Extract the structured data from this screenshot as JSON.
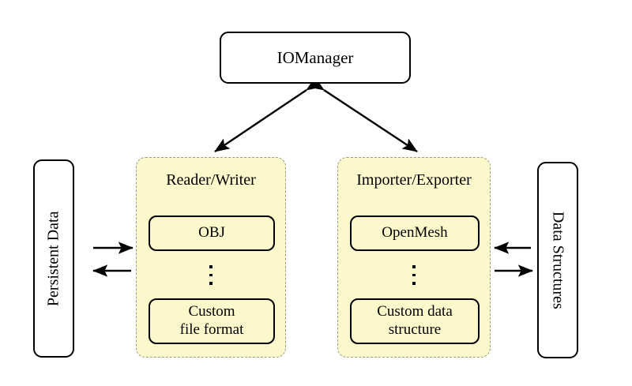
{
  "diagram": {
    "title_node": {
      "label": "IOManager"
    },
    "left_store": {
      "label": "Persistent Data"
    },
    "right_store": {
      "label": "Data Structures"
    },
    "panels": [
      {
        "title": "Reader/Writer",
        "items": [
          {
            "label": "OBJ"
          },
          {
            "label": "Custom\nfile format",
            "line1": "Custom",
            "line2": "file format"
          }
        ],
        "ellipsis": "⋮"
      },
      {
        "title": "Importer/Exporter",
        "items": [
          {
            "label": "OpenMesh"
          },
          {
            "label": "Custom data\nstructure",
            "line1": "Custom data",
            "line2": "structure"
          }
        ],
        "ellipsis": "⋮"
      }
    ],
    "connections": [
      {
        "name": "iomanager-to-readerwriter",
        "style": "double-headed-diagonal"
      },
      {
        "name": "iomanager-to-importerexporter",
        "style": "double-headed-diagonal"
      },
      {
        "name": "persistent-data-to-readerwriter",
        "style": "arrow-right"
      },
      {
        "name": "readerwriter-to-persistent-data",
        "style": "arrow-left"
      },
      {
        "name": "data-structures-to-importerexporter",
        "style": "arrow-left"
      },
      {
        "name": "importerexporter-to-data-structures",
        "style": "arrow-right"
      }
    ],
    "colors": {
      "panel_fill": "#fbf8cb",
      "panel_border": "#9a9a92",
      "node_border": "#000000",
      "background": "#ffffff"
    }
  }
}
